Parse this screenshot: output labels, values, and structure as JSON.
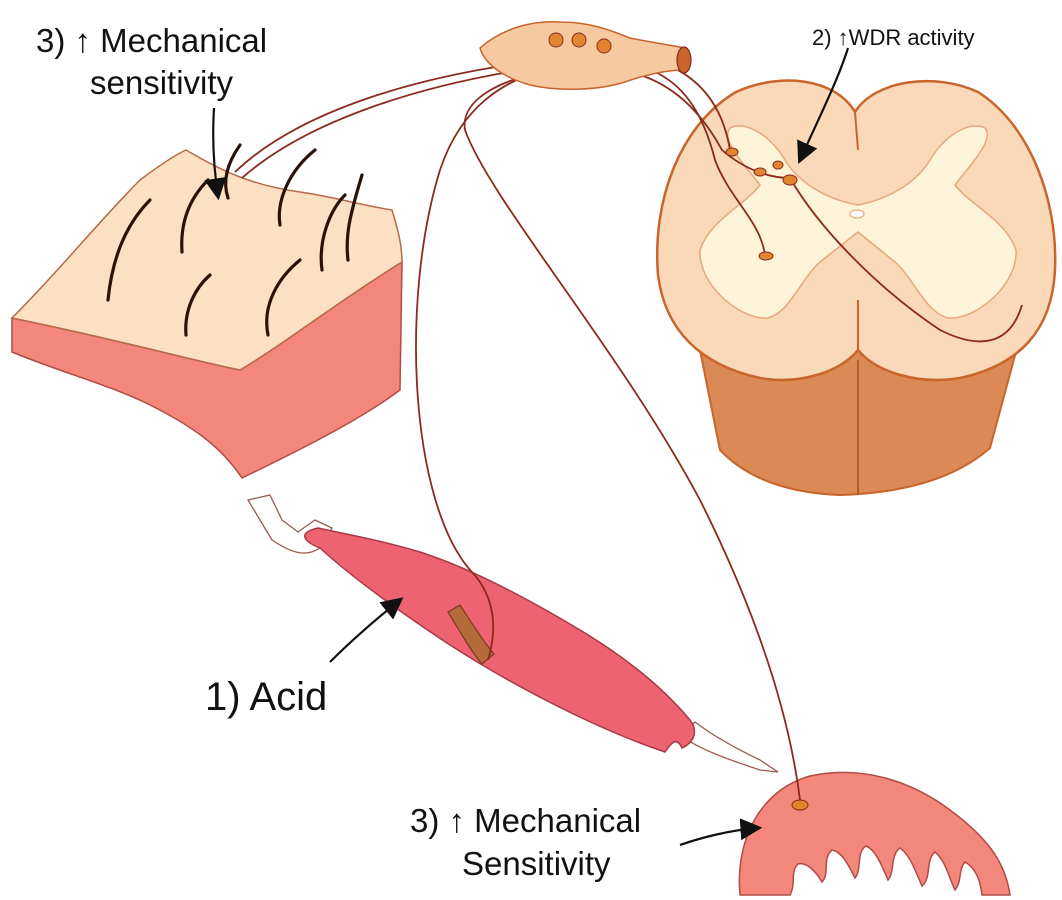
{
  "labels": {
    "skin_line1": "3) ↑ Mechanical",
    "skin_line2": "sensitivity",
    "wdr": "2) ↑WDR activity",
    "acid": "1) Acid",
    "viscera_line1": "3) ↑ Mechanical",
    "viscera_line2": "Sensitivity"
  },
  "colors": {
    "skin_top": "#fbe0c4",
    "skin_side": "#f4877c",
    "muscle": "#ee6371",
    "nerve": "#8a2a1c",
    "cord_gray": "#fdf3d8",
    "cord_white": "#fad9b8",
    "cord_outline": "#c9642a",
    "cord_lower": "#dc8a55",
    "ganglion": "#f7c9a0",
    "cell_body": "#e3842f",
    "viscera": "#f4877c"
  }
}
